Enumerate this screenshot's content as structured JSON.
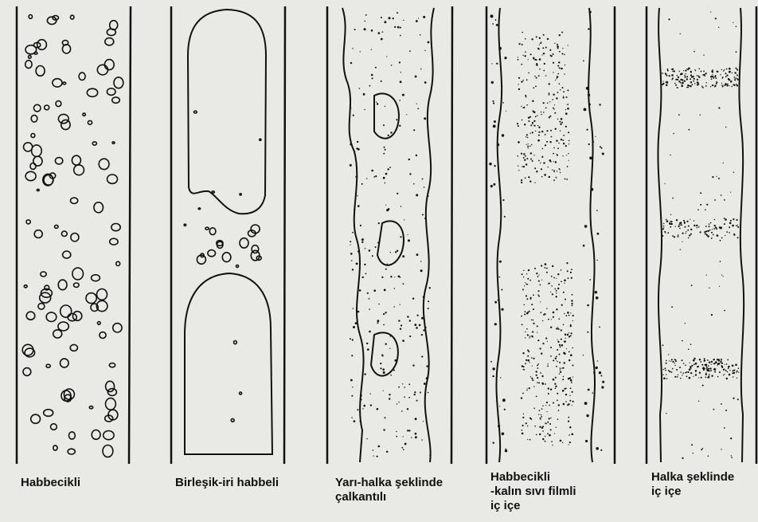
{
  "regimes": [
    {
      "id": "bubbly",
      "lines": [
        "Habbecikli"
      ]
    },
    {
      "id": "slug",
      "lines": [
        "Birleşik-iri habbeli"
      ]
    },
    {
      "id": "churn",
      "lines": [
        "Yarı-halka şeklinde",
        "çalkantılı"
      ]
    },
    {
      "id": "wispy-annular",
      "lines": [
        "Habbecikli",
        "-kalın sıvı filmli",
        "iç içe"
      ]
    },
    {
      "id": "annular",
      "lines": [
        "Halka şeklinde",
        "iç içe"
      ]
    }
  ],
  "colors": {
    "background": "#e9e9e6",
    "ink": "#111111"
  }
}
